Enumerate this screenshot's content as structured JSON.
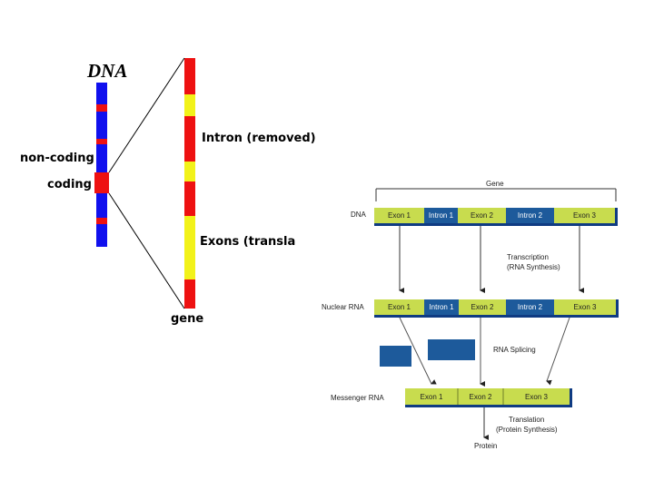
{
  "left_panel": {
    "title": "DNA",
    "label_non_coding": "non-coding",
    "label_coding": "coding",
    "label_intron": "Intron (removed)",
    "label_exons": "Exons (transla",
    "label_gene": "gene"
  },
  "right_panel": {
    "gene_label": "Gene",
    "dna_row": {
      "label": "DNA",
      "segments": [
        "Exon 1",
        "Intron 1",
        "Exon 2",
        "Intron 2",
        "Exon 3"
      ]
    },
    "transcription": {
      "line1": "Transcription",
      "line2": "(RNA Synthesis)"
    },
    "nuclear_row": {
      "label": "Nuclear RNA",
      "segments": [
        "Exon 1",
        "Intron 1",
        "Exon 2",
        "Intron 2",
        "Exon 3"
      ]
    },
    "splicing_label": "RNA Splicing",
    "mrna_row": {
      "label": "Messenger RNA",
      "segments": [
        "Exon 1",
        "Exon 2",
        "Exon 3"
      ]
    },
    "translation": {
      "line1": "Translation",
      "line2": "(Protein Synthesis)"
    },
    "protein_label": "Protein"
  },
  "colors": {
    "chromosome_blue": "#1010ee",
    "red": "#ee1111",
    "yellow": "#f2f21a",
    "exon_green": "#c8dc4e",
    "intron_blue": "#1d5a9b",
    "strip_shadow": "#0f3b82"
  }
}
